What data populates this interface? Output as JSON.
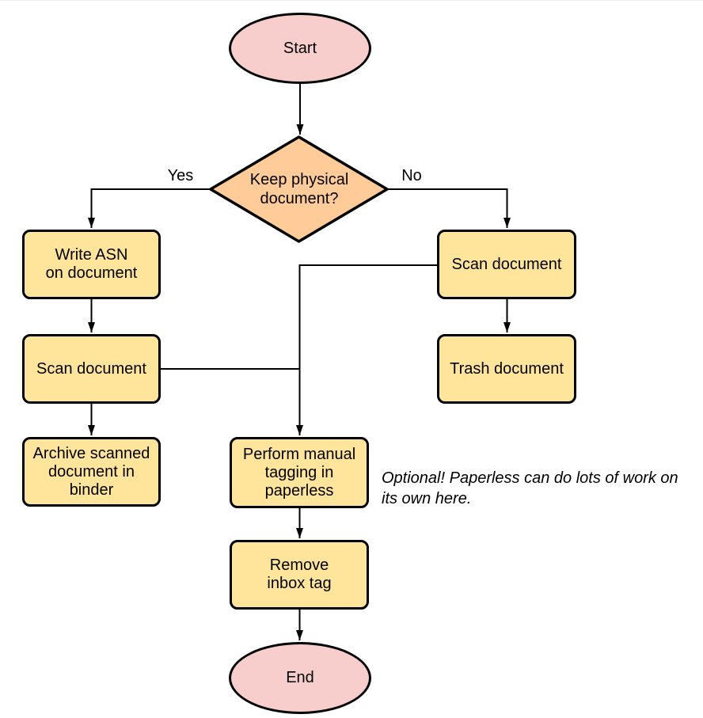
{
  "diagram": {
    "colors": {
      "terminal_fill": "#f8cecc",
      "decision_fill": "#ffcc99",
      "process_fill": "#ffe49b",
      "stroke": "#000000"
    },
    "nodes": {
      "start": {
        "type": "terminal",
        "label": "Start"
      },
      "decision": {
        "type": "decision",
        "label": "Keep physical\ndocument?"
      },
      "write_asn": {
        "type": "process",
        "label": "Write ASN\non document"
      },
      "scan_left": {
        "type": "process",
        "label": "Scan document"
      },
      "archive": {
        "type": "process",
        "label": "Archive scanned\ndocument in\nbinder"
      },
      "scan_right": {
        "type": "process",
        "label": "Scan document"
      },
      "trash": {
        "type": "process",
        "label": "Trash document"
      },
      "tagging": {
        "type": "process",
        "label": "Perform manual\ntagging in\npaperless"
      },
      "remove_inbox": {
        "type": "process",
        "label": "Remove\ninbox tag"
      },
      "end": {
        "type": "terminal",
        "label": "End"
      }
    },
    "edge_labels": {
      "yes": "Yes",
      "no": "No"
    },
    "annotation": "Optional! Paperless can do lots of work on\nits own here."
  }
}
